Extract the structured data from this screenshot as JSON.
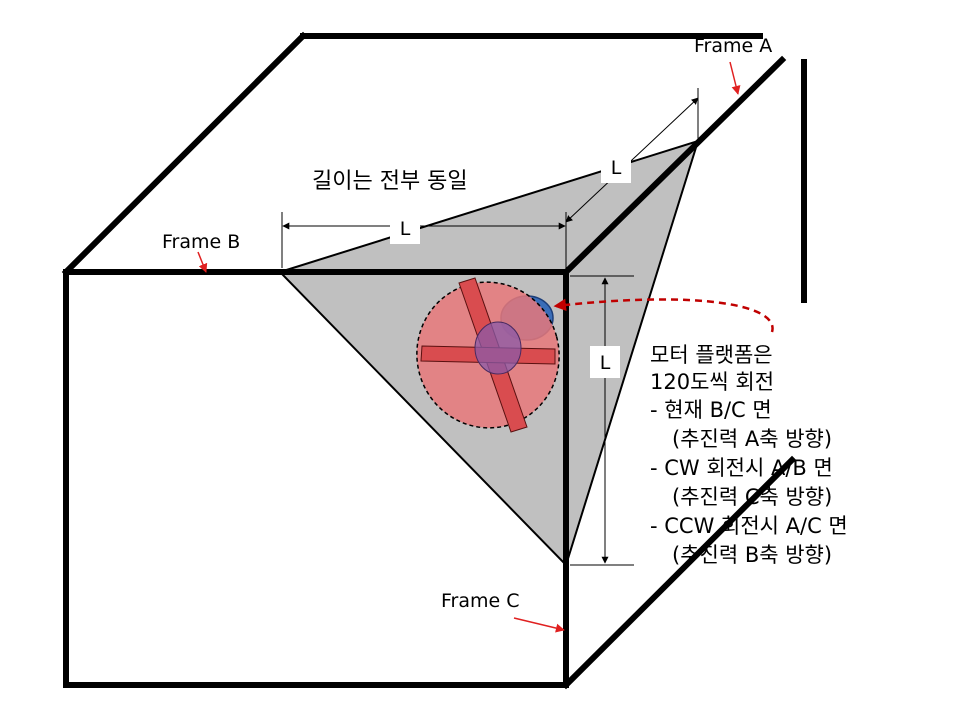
{
  "frame_labels": {
    "a": "Frame  A",
    "b": "Frame  B",
    "c": "Frame  C"
  },
  "length_note": "길이는 전부 동일",
  "dimension_label": "L",
  "rotation_notes": [
    "모터 플랫폼은",
    "120도씩 회전",
    "-   현재 B/C 면",
    "(추진력 A축 방향)",
    "-   CW 회전시 A/B 면",
    "(추진력 C축 방향)",
    "-   CCW 회전시 A/C 면",
    "(추진력 B축 방향)"
  ],
  "colors": {
    "frame": "#000000",
    "triangle_fill": "#c0c0c0",
    "disk_fill": "#e8787a",
    "blade_fill": "#d94c4f",
    "motor_fill": "#3a6db8",
    "pointer_red": "#e02020",
    "dashed_arrow": "#c00000"
  }
}
